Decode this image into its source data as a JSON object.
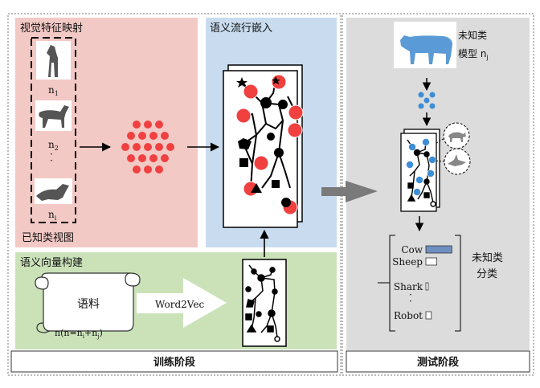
{
  "training": {
    "visual_mapping_title": "视觉特征映射",
    "known_views_label": "已知类视图",
    "view_labels": [
      "n",
      "n",
      "n"
    ],
    "view_subs": [
      "1",
      "2",
      "i"
    ],
    "view_dots": "·",
    "embedding_title": "语义流行嵌入",
    "semantic_title": "语义向量构建",
    "corpus_label": "语料",
    "corpus_formula_a": "n(n=n",
    "corpus_formula_b": "+n",
    "corpus_formula_c": ")",
    "corpus_sub_i": "i",
    "corpus_sub_j": "j",
    "word2vec_label": "Word2Vec",
    "stage_label": "训练阶段"
  },
  "testing": {
    "unknown_model_label": "未知类",
    "unknown_model_label2": "模型 n",
    "unknown_model_sub": "j",
    "class_labels": [
      "Cow",
      "Sheep",
      "Shark",
      "Robot"
    ],
    "class_scores": [
      0.95,
      0.4,
      0.05,
      0.2
    ],
    "class_dots": "·",
    "classify_label": "未知类",
    "classify_label2": "分类",
    "stage_label": "测试阶段"
  },
  "colors": {
    "visual_bg": "#f3c9c5",
    "embedding_bg": "#c9dcef",
    "semantic_bg": "#cbe2b9",
    "test_bg": "#dcdcdc",
    "red_node": "#f04040",
    "blue_node": "#3c8ed6",
    "bar_fill": "#6e8fc2"
  }
}
